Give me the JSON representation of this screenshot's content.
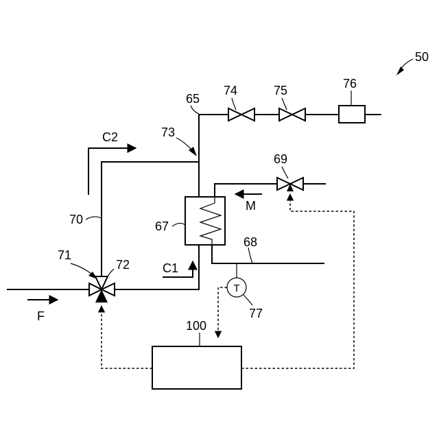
{
  "labels": {
    "system": "50",
    "line_65": "65",
    "valve_74": "74",
    "valve_75": "75",
    "device_76": "76",
    "junction_73": "73",
    "flow_c2": "C2",
    "valve_69": "69",
    "flow_m": "M",
    "line_70": "70",
    "exchanger_67": "67",
    "line_68": "68",
    "valve_71": "71",
    "port_72": "72",
    "flow_c1": "C1",
    "sensor_77": "77",
    "sensor_symbol": "T",
    "flow_f": "F",
    "controller_100": "100"
  }
}
